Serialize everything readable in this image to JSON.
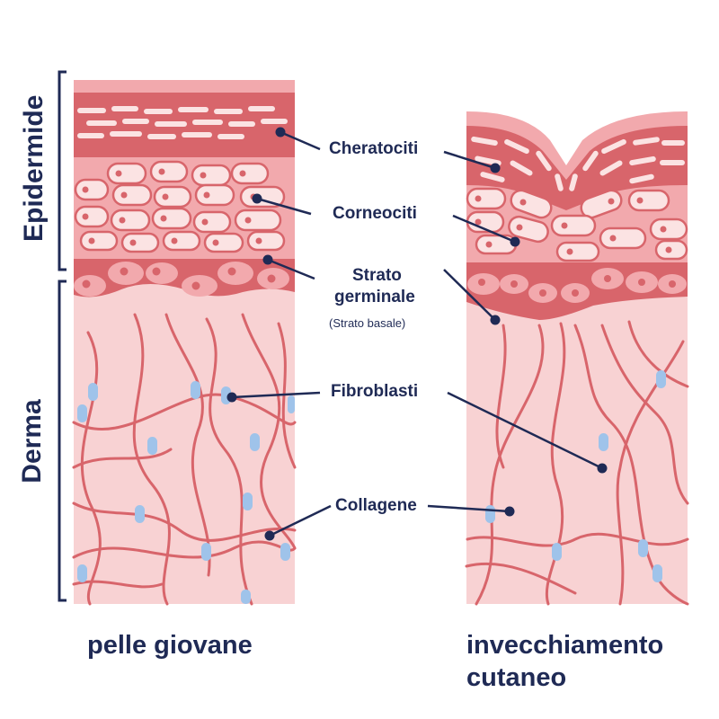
{
  "labels": {
    "cheratociti": "Cheratociti",
    "corneociti": "Corneociti",
    "strato_germinale_line1": "Strato",
    "strato_germinale_line2": "germinale",
    "strato_basale": "(Strato basale)",
    "fibroblasti": "Fibroblasti",
    "collagene": "Collagene"
  },
  "side_labels": {
    "epidermide": "Epidermide",
    "derma": "Derma"
  },
  "captions": {
    "young": "pelle giovane",
    "aging_line1": "invecchiamento",
    "aging_line2": "cutaneo"
  },
  "colors": {
    "navy": "#1f2a55",
    "dark_red": "#d8656b",
    "mid_pink": "#f2a9ad",
    "light_pink": "#f8d2d3",
    "pale_cell": "#fbe3e3",
    "fibroblast_blue": "#9fc3ea"
  }
}
